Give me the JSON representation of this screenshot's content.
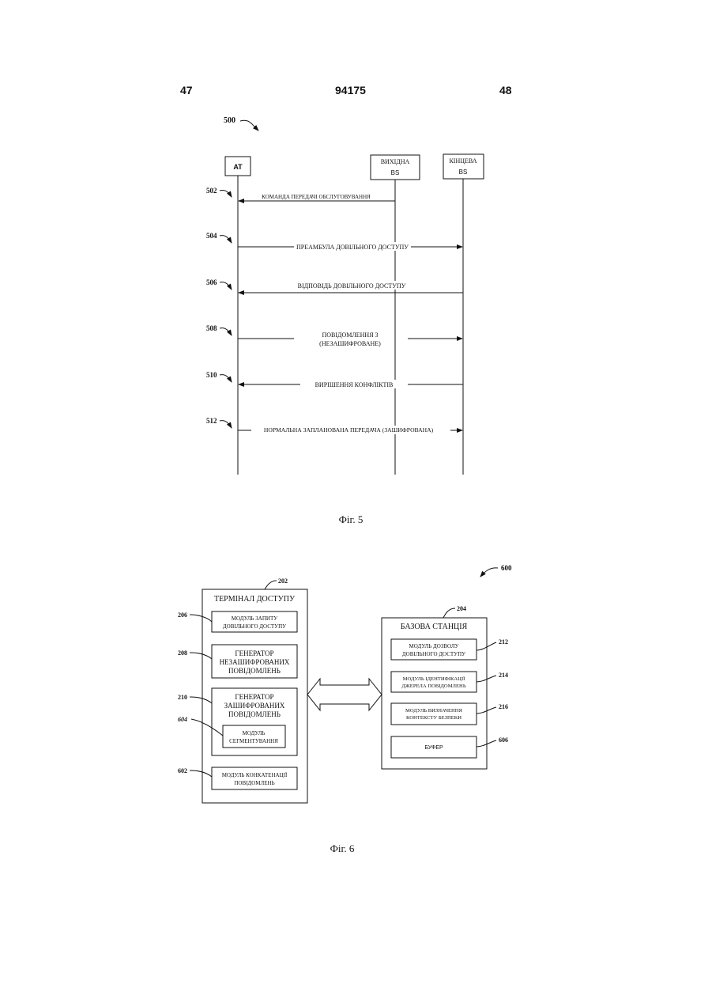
{
  "header": {
    "page_left": "47",
    "patent_number": "94175",
    "page_right": "48"
  },
  "fig5": {
    "ref": "500",
    "at_label": "AT",
    "source_bs": {
      "line1": "ВИХІДНА",
      "line2": "BS"
    },
    "target_bs": {
      "line1": "КІНЦЕВА",
      "line2": "BS"
    },
    "steps": [
      {
        "ref": "502",
        "text": "КОМАНДА ПЕРЕДАЧІ ОБСЛУГОВУВАННЯ"
      },
      {
        "ref": "504",
        "text": "ПРЕАМБУЛА ДОВІЛЬНОГО ДОСТУПУ"
      },
      {
        "ref": "506",
        "text": "ВІДПОВІДЬ ДОВІЛЬНОГО ДОСТУПУ"
      },
      {
        "ref": "508",
        "line1": "ПОВІДОМЛЕННЯ 3",
        "line2": "(НЕЗАШИФРОВАНЕ)"
      },
      {
        "ref": "510",
        "text": "ВИРІШЕННЯ КОНФЛІКТІВ"
      },
      {
        "ref": "512",
        "text": "НОРМАЛЬНА ЗАПЛАНОВАНА ПЕРЕДАЧА (ЗАШИФРОВАНА)"
      }
    ],
    "caption": "Фіг. 5"
  },
  "fig6": {
    "ref": "600",
    "terminal": {
      "ref": "202",
      "title": "ТЕРМІНАЛ ДОСТУПУ",
      "m206": {
        "ref": "206",
        "line1": "МОДУЛЬ ЗАПИТУ",
        "line2": "ДОВІЛЬНОГО ДОСТУПУ"
      },
      "m208": {
        "ref": "208",
        "line1": "ГЕНЕРАТОР",
        "line2": "НЕЗАШИФРОВАНИХ",
        "line3": "ПОВІДОМЛЕНЬ"
      },
      "m210": {
        "ref": "210",
        "line1": "ГЕНЕРАТОР",
        "line2": "ЗАШИФРОВАНИХ",
        "line3": "ПОВІДОМЛЕНЬ"
      },
      "m604": {
        "ref": "604",
        "line1": "МОДУЛЬ",
        "line2": "СЕГМЕНТУВАННЯ"
      },
      "m602": {
        "ref": "602",
        "line1": "МОДУЛЬ КОНКАТЕНАЦІЇ",
        "line2": "ПОВІДОМЛЕНЬ"
      }
    },
    "base": {
      "ref": "204",
      "title": "БАЗОВА СТАНЦІЯ",
      "m212": {
        "ref": "212",
        "line1": "МОДУЛЬ ДОЗВОЛУ",
        "line2": "ДОВІЛЬНОГО ДОСТУПУ"
      },
      "m214": {
        "ref": "214",
        "line1": "МОДУЛЬ ІДЕНТИФІКАЦІЇ",
        "line2": "ДЖЕРЕЛА ПОВІДОМЛЕНЬ"
      },
      "m216": {
        "ref": "216",
        "line1": "МОДУЛЬ ВИЗНАЧЕННЯ",
        "line2": "КОНТЕКСТУ БЕЗПЕКИ"
      },
      "m606": {
        "ref": "606",
        "text": "БУФЕР"
      }
    },
    "caption": "Фіг. 6"
  }
}
